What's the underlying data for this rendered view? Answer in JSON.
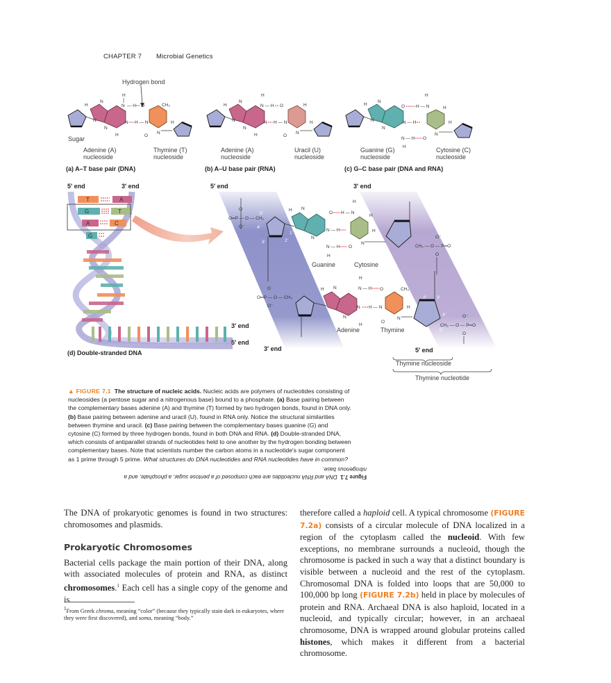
{
  "running_head": {
    "chapter": "CHAPTER 7",
    "title": "Microbial Genetics"
  },
  "figure": {
    "panel_a": {
      "label": "(a) A–T base pair (DNA)",
      "annotation": "Hydrogen bond",
      "sugar_label": "Sugar",
      "left_name": "Adenine (A)",
      "left_sub": "nucleoside",
      "right_name": "Thymine (T)",
      "right_sub": "nucleoside",
      "left_color": "#c9668c",
      "right_color": "#f0905a"
    },
    "panel_b": {
      "label": "(b) A–U base pair (RNA)",
      "left_name": "Adenine (A)",
      "left_sub": "nucleoside",
      "right_name": "Uracil (U)",
      "right_sub": "nucleoside",
      "left_color": "#c9668c",
      "right_color": "#dc9a92"
    },
    "panel_c": {
      "label": "(c) G–C base pair (DNA and RNA)",
      "left_name": "Guanine (G)",
      "left_sub": "nucleoside",
      "right_name": "Cytosine (C)",
      "right_sub": "nucleoside",
      "left_color": "#5fb0ae",
      "right_color": "#a9bd88"
    },
    "panel_d": {
      "label": "(d) Double-stranded DNA",
      "top_left_end": "5′ end",
      "top_right_end": "3′ end",
      "bottom_upper_end": "3′ end",
      "bottom_lower_end": "5′ end",
      "rungs": [
        {
          "left": "T",
          "right": "A"
        },
        {
          "left": "G",
          "right": "C"
        },
        {
          "left": "A",
          "right": "T"
        },
        {
          "left": "G",
          "right": ""
        }
      ]
    },
    "detail": {
      "left_strand_top": "5′ end",
      "right_strand_top": "3′ end",
      "left_strand_bottom": "3′ end",
      "right_strand_bottom": "5′ end",
      "pair1_left": "Guanine",
      "pair1_right": "Cytosine",
      "pair2_left": "Adenine",
      "pair2_right": "Thymine",
      "carbon_numbers_top": [
        "5′",
        "4′",
        "3′",
        "2′",
        "1′"
      ],
      "carbon_numbers_bottom": [
        "1′",
        "2′",
        "3′",
        "4′",
        "5′"
      ],
      "nucleoside_bracket": "Thymine nucleoside",
      "nucleotide_bracket": "Thymine nucleotide",
      "strand_left_color": "#8e92c9",
      "strand_right_color": "#b7a8d3"
    }
  },
  "caption": {
    "tag": "▲ FIGURE 7.1",
    "title": "The structure of nucleic acids.",
    "s1": " Nucleic acids are polymers of nucleotides consisting of nucleosides (a pentose sugar and a nitrogenous base) bound to a phosphate. ",
    "a": "(a)",
    "s2": " Base pairing between the complementary bases adenine (A) and thymine (T) formed by two hydrogen bonds, found in DNA only. ",
    "b": "(b)",
    "s3": " Base pairing between adenine and uracil (U), found in RNA only. Notice the structural similarities between thymine and uracil. ",
    "c": "(c)",
    "s4": " Base pairing between the complementary bases guanine (G) and cytosine (C) formed by three hydrogen bonds, found in both DNA and RNA. ",
    "d": "(d)",
    "s5": " Double-stranded DNA, which consists of antiparallel strands of nucleotides held to one another by the hydrogen bonding between complementary bases. Note that scientists number the carbon atoms in a nucleotide's sugar component as 1 prime through 5 prime. ",
    "question": "What structures do DNA nucleotides and RNA nucleotides have in common?"
  },
  "answer": {
    "tag": "Figure 7.1",
    "text": "DNA and RNA nucleotides are each composed of a pentose sugar, a phosphate, and a nitrogenous base."
  },
  "body": {
    "intro": "The DNA of prokaryotic genomes is found in two structures: chromosomes and plasmids.",
    "section_heading": "Prokaryotic Chromosomes",
    "p1_a": "Bacterial cells package the main portion of their DNA, along with associated molecules of protein and RNA, as distinct ",
    "p1_bold": "chromosomes",
    "p1_sup": "1",
    "p1_b": " Each cell has a single copy of the genome and is",
    "p2_a": "therefore called a ",
    "p2_italic": "haploid",
    "p2_b": " cell. A typical chromosome ",
    "p2_ref1": "(FIGURE 7.2a)",
    "p2_c": " consists of a circular molecule of DNA localized in a region of the cytoplasm called the ",
    "p2_bold1": "nucleoid",
    "p2_d": ". With few exceptions, no membrane surrounds a nucleoid, though the chromosome is packed in such a way that a distinct boundary is visible between a nucleoid and the rest of the cytoplasm. Chromosomal DNA is folded into loops that are 50,000 to 100,000 bp long ",
    "p2_ref2": "(FIGURE 7.2b)",
    "p2_e": " held in place by molecules of protein and RNA. Archaeal DNA is also haploid, located in a nucleoid, and typically circular; however, in an archaeal chromosome, DNA is wrapped around globular proteins called ",
    "p2_bold2": "histones",
    "p2_f": ", which makes it different from a bacterial chromosome."
  },
  "footnote": {
    "sup": "1",
    "a": "From Greek ",
    "i1": "chroma",
    "b": ", meaning “color” (because they typically stain dark in eukaryotes, where they were first discovered), and ",
    "i2": "soma",
    "c": ", meaning “body.”"
  },
  "colors": {
    "accent_orange": "#f07f21",
    "hbond_red": "#e0303a",
    "sugar_blue": "#a8add8"
  }
}
